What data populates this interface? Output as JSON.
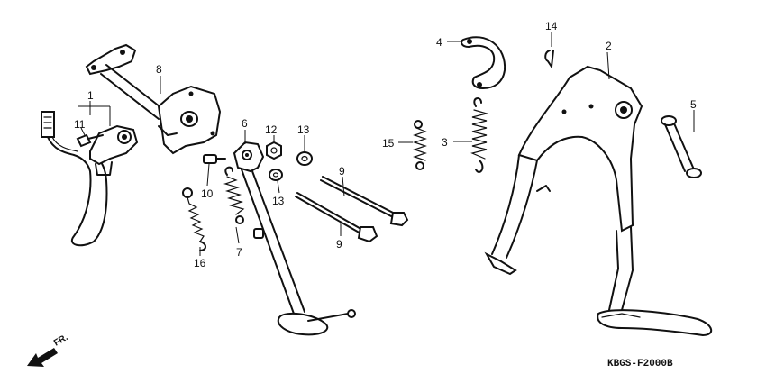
{
  "callouts": [
    {
      "id": "1",
      "text": "1"
    },
    {
      "id": "2",
      "text": "2"
    },
    {
      "id": "3",
      "text": "3"
    },
    {
      "id": "4",
      "text": "4"
    },
    {
      "id": "5",
      "text": "5"
    },
    {
      "id": "6",
      "text": "6"
    },
    {
      "id": "7",
      "text": "7"
    },
    {
      "id": "8",
      "text": "8"
    },
    {
      "id": "9a",
      "text": "9"
    },
    {
      "id": "9b",
      "text": "9"
    },
    {
      "id": "10",
      "text": "10"
    },
    {
      "id": "11",
      "text": "11"
    },
    {
      "id": "12",
      "text": "12"
    },
    {
      "id": "13a",
      "text": "13"
    },
    {
      "id": "13b",
      "text": "13"
    },
    {
      "id": "14",
      "text": "14"
    },
    {
      "id": "15",
      "text": "15"
    },
    {
      "id": "16",
      "text": "16"
    }
  ],
  "direction_label": "FR.",
  "diagram_code": "KBGS-F2000B"
}
